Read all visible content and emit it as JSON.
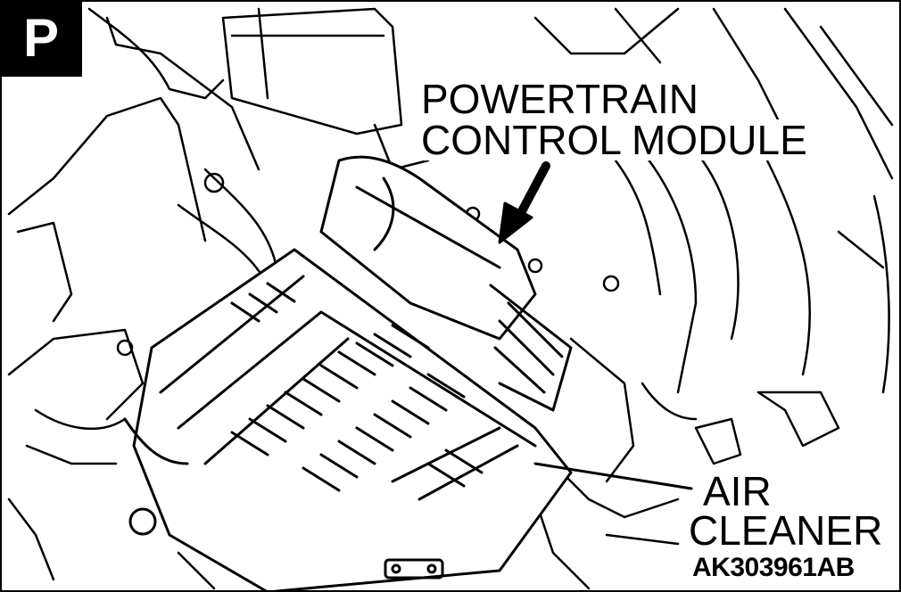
{
  "badge": {
    "letter": "P"
  },
  "labels": {
    "pcm_line1": "POWERTRAIN",
    "pcm_line2": "CONTROL MODULE",
    "air_line1": "AIR",
    "air_line2": "CLEANER",
    "figure_code": "AK303961AB"
  },
  "colors": {
    "ink": "#000000",
    "paper": "#ffffff"
  }
}
